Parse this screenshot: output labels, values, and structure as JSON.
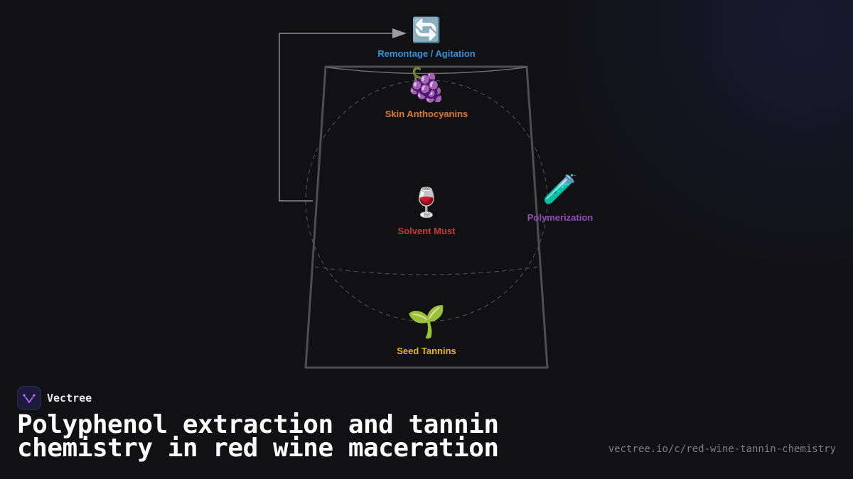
{
  "diagram": {
    "nodes": {
      "remontage": {
        "icon": "counterclockwise-arrows-icon",
        "glyph": "🔄",
        "label": "Remontage / Agitation",
        "color": "#3a8fd6"
      },
      "skin": {
        "icon": "grapes-icon",
        "glyph": "🍇",
        "label": "Skin Anthocyanins",
        "color": "#e07a2e"
      },
      "must": {
        "icon": "wine-glass-icon",
        "glyph": "🍷",
        "label": "Solvent Must",
        "color": "#c63a34"
      },
      "polymer": {
        "icon": "test-tube-icon",
        "glyph": "🧪",
        "label": "Polymerization",
        "color": "#8e4fb6"
      },
      "seed": {
        "icon": "seedling-icon",
        "glyph": "🌱",
        "label": "Seed Tannins",
        "color": "#e2b52c"
      }
    }
  },
  "footer": {
    "brand": "Vectree",
    "brand_icon": "vectree-logo-icon",
    "title": "Polyphenol extraction and tannin chemistry in red wine maceration",
    "url": "vectree.io/c/red-wine-tannin-chemistry"
  }
}
